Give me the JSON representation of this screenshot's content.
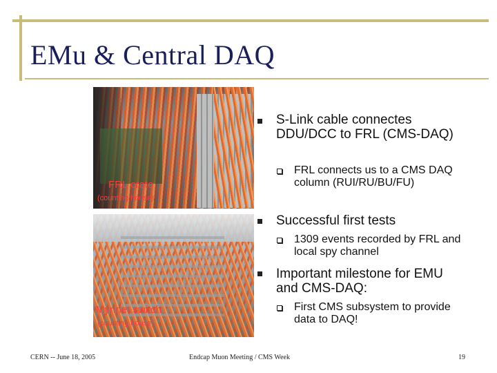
{
  "slide": {
    "title": "EMu & Central DAQ"
  },
  "photos": [
    {
      "label": "FRL crate",
      "sublabel": "(counting house)"
    },
    {
      "label": "Myrinet switch",
      "sublabel": "(counting house)"
    }
  ],
  "bullets": [
    {
      "text": "S-Link cable connectes DDU/DCC to FRL (CMS-DAQ)",
      "sub": [
        "FRL connects us to a CMS DAQ column (RUI/RU/BU/FU)"
      ]
    },
    {
      "text": "Successful first tests",
      "sub": [
        "1309 events recorded by FRL and local spy channel"
      ]
    },
    {
      "text": "Important milestone for EMU and CMS-DAQ:",
      "sub": [
        "First CMS subsystem to provide data to DAQ!"
      ]
    }
  ],
  "footer": {
    "left": "CERN -- June 18, 2005",
    "center": "Endcap Muon Meeting / CMS Week",
    "page": "19"
  },
  "colors": {
    "title": "#1a1f5c",
    "accent_line": "#c8bc7a",
    "photo_label": "#ff3b3b"
  }
}
